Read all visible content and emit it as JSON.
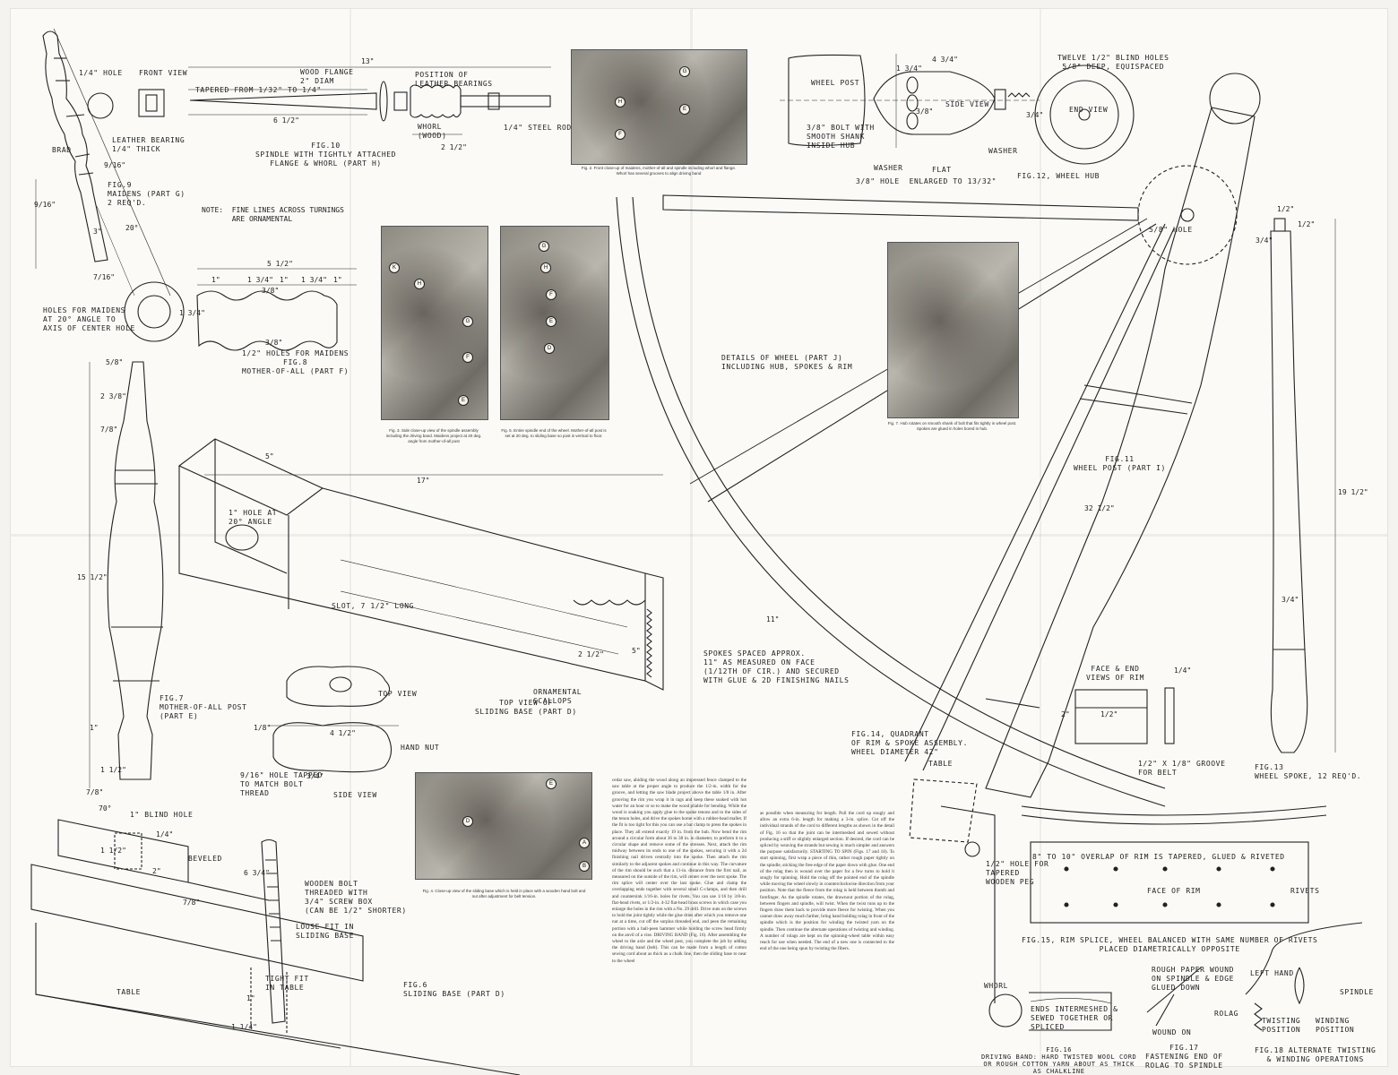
{
  "fig10": {
    "title": "FIG.10\nSPINDLE WITH TIGHTLY ATTACHED\nFLANGE & WHORL (PART H)",
    "dim_total": "13\"",
    "wood_flange": "WOOD FLANGE\n2\" DIAM",
    "tapered": "TAPERED FROM 1/32\" TO 1/4\"",
    "length": "6 1/2\"",
    "bearings": "POSITION OF\nLEATHER BEARINGS",
    "whorl": "WHORL\n(WOOD)",
    "whorl_dim": "2 1/2\"",
    "steel_rod": "1/4\" STEEL ROD"
  },
  "fig9": {
    "hole": "1/4\" HOLE",
    "front_view": "FRONT VIEW",
    "leather_bearing": "LEATHER BEARING\n1/4\" THICK",
    "brad": "BRAD",
    "title": "FIG.9\nMAIDENS (PART G)\n2 REQ'D.",
    "dims": [
      "9/16\"",
      "3\"",
      "20°",
      "7/16\"",
      "9/16\""
    ]
  },
  "note": "NOTE:  FINE LINES ACROSS TURNINGS\n       ARE ORNAMENTAL",
  "fig8": {
    "holes_label": "HOLES FOR MAIDENS\nAT 20° ANGLE TO\nAXIS OF CENTER HOLE",
    "title": "1/2\" HOLES FOR MAIDENS\nFIG.8\nMOTHER-OF-ALL (PART F)",
    "dims": [
      "5 1/2\"",
      "1\"",
      "1 3/4\"",
      "1\"",
      "1 3/4\"",
      "1\"",
      "3/8\"",
      "1 3/4\"",
      "3/8\""
    ]
  },
  "fig7": {
    "title": "FIG.7\nMOTHER-OF-ALL POST\n(PART E)",
    "dims": [
      "5/8\"",
      "2 3/8\"",
      "7/8\"",
      "15 1/2\"",
      "1\"",
      "1 1/2\"",
      "7/8\""
    ]
  },
  "fig6": {
    "hole": "1\" HOLE AT\n20° ANGLE",
    "dim_top": "5\"",
    "dim_long": "17\"",
    "slot": "SLOT, 7 1/2\" LONG",
    "top_view": "TOP VIEW OF\nSLIDING BASE (PART D)",
    "scallops": "ORNAMENTAL\nSCALLOPS",
    "dim_side": "5\"",
    "dim_w": "2 1/2\"",
    "blind_hole": "1\" BLIND HOLE",
    "beveled": "BEVELED",
    "wooden_bolt": "WOODEN BOLT\nTHREADED WITH\n3/4\" SCREW BOX\n(CAN BE 1/2\" SHORTER)",
    "loose_fit": "LOOSE FIT IN\nSLIDING BASE",
    "tight_fit": "TIGHT FIT\nIN TABLE",
    "table": "TABLE",
    "title": "FIG.6\nSLIDING BASE (PART D)",
    "dims": [
      "70°",
      "1/4\"",
      "1 1/2\"",
      "2\"",
      "6 3/4\"",
      "7/8\"",
      "1\"",
      "1 1/4\""
    ]
  },
  "handnut": {
    "top_view": "TOP VIEW",
    "hand_nut": "HAND NUT",
    "side_view": "SIDE VIEW",
    "tapped": "9/16\" HOLE TAPPED\nTO MATCH BOLT\nTHREAD",
    "dims": [
      "4 1/2\"",
      "1/8\"",
      "3/4\""
    ]
  },
  "photos": {
    "fig2_caption": "Fig. 2. Front close-up of maidens, mother-of-all and spindle including whorl and flange. Whorl has several grooves to align driving band",
    "fig3_caption": "Fig. 3. Side close-up view of the spindle assembly including the driving band. Maidens project at 20 deg. angle from mother-of-all post",
    "fig5_caption": "Fig. 5. Entire spindle end of the wheel. Mother-of-all post is set at 20 deg. to sliding base so post is vertical to floor.",
    "fig7_caption": "Fig. 7. Hub rotates on smooth shank of bolt that fits tightly in wheel post. Spokes are glued in holes bored in hub.",
    "fig4_caption": "Fig. 4. Close-up view of the sliding base which is held in place with a wooden hand bolt and nut after adjustment for belt tension.",
    "markers_fig2": [
      "G",
      "H",
      "E",
      "F"
    ],
    "markers_fig3": [
      "K",
      "H",
      "G",
      "F",
      "E"
    ],
    "markers_fig5": [
      "G",
      "H",
      "F",
      "E",
      "D"
    ],
    "markers_fig4": [
      "E",
      "D",
      "A",
      "B"
    ]
  },
  "fig12": {
    "title": "FIG.12, WHEEL HUB",
    "wheel_post": "WHEEL POST",
    "side_view": "SIDE VIEW",
    "bolt": "3/8\" BOLT WITH\nSMOOTH SHANK\nINSIDE HUB",
    "washer1": "WASHER",
    "flat": "FLAT",
    "washer2": "WASHER",
    "enlarged": "3/8\" HOLE  ENLARGED TO 13/32\"",
    "blind_holes": "TWELVE 1/2\" BLIND HOLES\n5/8\" DEEP, EQUISPACED",
    "end_view": "END VIEW",
    "dims": [
      "1 3/4\"",
      "4 3/4\"",
      "3/8\"",
      "3/4\""
    ]
  },
  "wheel": {
    "details": "DETAILS OF WHEEL (PART J)\nINCLUDING HUB, SPOKES & RIM",
    "spokes": "SPOKES SPACED APPROX.\n11\" AS MEASURED ON FACE\n(1/12TH OF CIR.) AND SECURED\nWITH GLUE & 2d FINISHING NAILS",
    "fig14": "FIG.14, QUADRANT\nOF RIM & SPOKE ASSEMBLY.\nWHEEL DIAMETER 42\"",
    "dim_11": "11\""
  },
  "fig11": {
    "title": "FIG.11\nWHEEL POST (PART I)",
    "hole": "5/8\" HOLE",
    "dim": "32 1/2\"",
    "table": "TABLE",
    "peg": "1/2\" HOLE FOR\nTAPERED\nWOODEN PEG"
  },
  "fig13": {
    "title": "FIG.13\nWHEEL SPOKE, 12 REQ'D.",
    "dims": [
      "1/2\"",
      "1/2\"",
      "3/4\"",
      "19 1/2\"",
      "3/4\""
    ]
  },
  "rimface": {
    "title": "FACE & END\nVIEWS OF RIM",
    "groove": "1/2\" X 1/8\" GROOVE\nFOR BELT",
    "dims": [
      "1/4\"",
      "2\"",
      "1/2\""
    ]
  },
  "fig15": {
    "overlap": "8\" TO 10\" OVERLAP OF RIM IS TAPERED, GLUED & RIVETED",
    "face": "FACE OF RIM",
    "rivets": "RIVETS",
    "title": "FIG.15, RIM SPLICE, WHEEL BALANCED WITH SAME NUMBER OF RIVETS\nPLACED DIAMETRICALLY OPPOSITE"
  },
  "fig16": {
    "whorl": "WHORL",
    "ends": "ENDS INTERMESHED &\nSEWED TOGETHER OR\nSPLICED",
    "title": "FIG.16\nDRIVING BAND: HARD TWISTED WOOL CORD\nOR ROUGH COTTON YARN ABOUT AS THICK\nAS CHALKLINE"
  },
  "fig17": {
    "rough": "ROUGH PAPER WOUND\nON SPINDLE & EDGE\nGLUED DOWN",
    "wound": "WOUND ON",
    "title": "FIG.17\nFASTENING END OF\nROLAG TO SPINDLE"
  },
  "fig18": {
    "left_hand": "LEFT HAND",
    "spindle": "SPINDLE",
    "rolag": "ROLAG",
    "twisting": "TWISTING\nPOSITION",
    "winding": "WINDING\nPOSITION",
    "title": "FIG.18 ALTERNATE TWISTING\n& WINDING OPERATIONS"
  },
  "article": {
    "col1": "cedar saw, abiding the wood along an impressed fence clamped to the saw table at the proper angle to produce the 1/2-in. width for the groove, and letting the saw blade project above the table 1/8 in. After grooving the rim you wrap it in rags and keep these soaked with hot water for an hour or so to make the wood pliable for bending. While the wood is soaking you apply glue to the spoke tenons and to the sides of the tenon holes, and drive the spokes home with a rubber-head mallet. If the fit is too tight for this you can use a bar clamp to press the spokes in place. They all extend exactly 19 in. from the hub. Now bend the rim around a circular form about 36 to 38 in. in diameter, to preform it to a circular shape and remove some of the stresses. Next, attach the rim midway between its ends to one of the spokes, securing it with a 2d finishing nail driven centrally into the spoke. Then attach the rim similarly to the adjacent spokes and continue in this way. The curvature of the rim should be such that a 11-in. distance from the first nail, as measured on the outside of the rim, will center over the next spoke. The rim splice will center over the last spoke. Glue and clamp the overlapping ends together with several small C-clamps, and then drill and countersink 1/16-in. holes for rivets. You can use 1/16 by 3/8-in. flat-head rivets, or 1/2-in. 4-32 flat-head brass screws in which case you enlarge the holes in the rim with a No. 29 drill. Drive nuts on the screws to hold the joint tightly while the glue dries after which you remove one nut at a time, cut off the surplus threaded end, and peen the remaining portion with a ball-peen hammer while holding the screw head firmly on the anvil of a vise. DRIVING BAND (Fig. 16). After assembling the wheel to the axle and the wheel post, you complete the job by adding the driving band (belt). This can be made from a length of cotton sewing cord about as thick as a chalk line, then the sliding base to near to the wheel",
    "col2": "as possible when measuring for length. Pull the cord up snugly and allow an extra 6-in. length for making a 3-in. splice. Cut off the individual strands of the cord to different lengths as shown in the detail of Fig. 16 so that the joint can be intermeshed and sewed without producing a stiff or slightly enlarged section. If desired, the cord can be spliced by weaving the strands but sewing is much simpler and answers the purpose satisfactorily. STARTING TO SPIN (Figs. 17 and 18). To start spinning, first wrap a piece of thin, rather rough paper tightly on the spindle, sticking the free edge of the paper down with glue. One end of the rolag then is wound over the paper for a few turns to hold it snugly for spinning. Hold the rolag off the pointed end of the spindle while moving the wheel slowly in counterclockwise direction from your position. Note that the fleece from the rolag is held between thumb and forefinger. As the spindle rotates, the drawnout portion of the rolag, between fingers and spindle, will twist. When the twist runs up to the fingers draw them back to provide more fleece for twisting. When you cannot draw away much farther, bring hand holding rolag in front of the spindle which is the position for winding the twisted yarn on the spindle. Then continue the alternate operations of twisting and winding. A number of rolags are kept on the spinning-wheel table within easy reach for use when needed. The end of a new one is connected to the end of the one being spun by twisting the fibers."
  }
}
